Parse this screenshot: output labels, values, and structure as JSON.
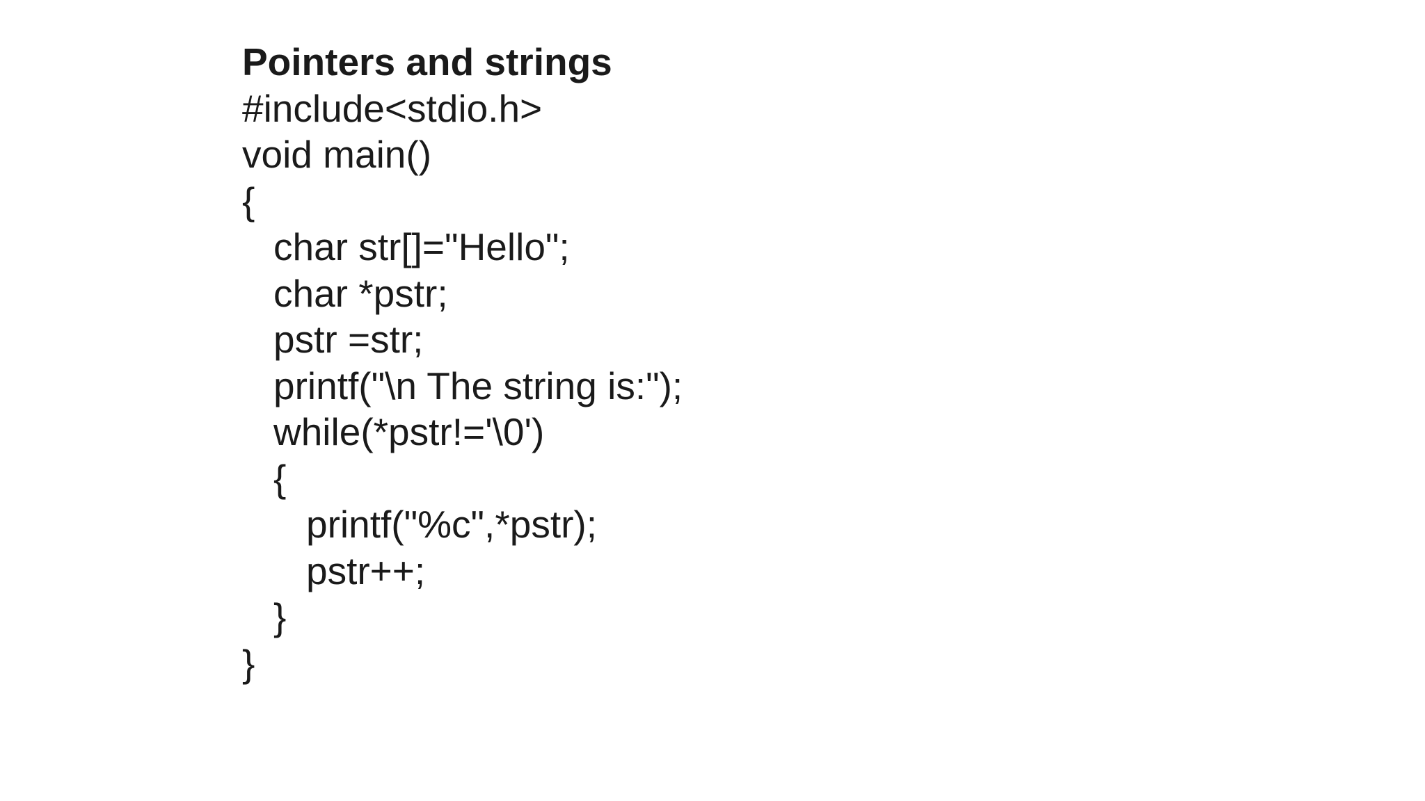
{
  "page": {
    "background_color": "#ffffff",
    "text_color": "#1a1a1a"
  },
  "title": "Pointers and strings",
  "code": {
    "lines": [
      {
        "text": "#include<stdio.h>",
        "indent": 0
      },
      {
        "text": "void main()",
        "indent": 0
      },
      {
        "text": "{",
        "indent": 0
      },
      {
        "text": "char str[]=\"Hello\";",
        "indent": 1
      },
      {
        "text": "char *pstr;",
        "indent": 1
      },
      {
        "text": "pstr =str;",
        "indent": 1
      },
      {
        "text": "printf(\"\\n The string is:\");",
        "indent": 1
      },
      {
        "text": "while(*pstr!='\\0')",
        "indent": 1
      },
      {
        "text": "{",
        "indent": 1
      },
      {
        "text": "printf(\"%c\",*pstr);",
        "indent": 2
      },
      {
        "text": "pstr++;",
        "indent": 2
      },
      {
        "text": "}",
        "indent": 1
      },
      {
        "text": "}",
        "indent": 0
      }
    ]
  }
}
